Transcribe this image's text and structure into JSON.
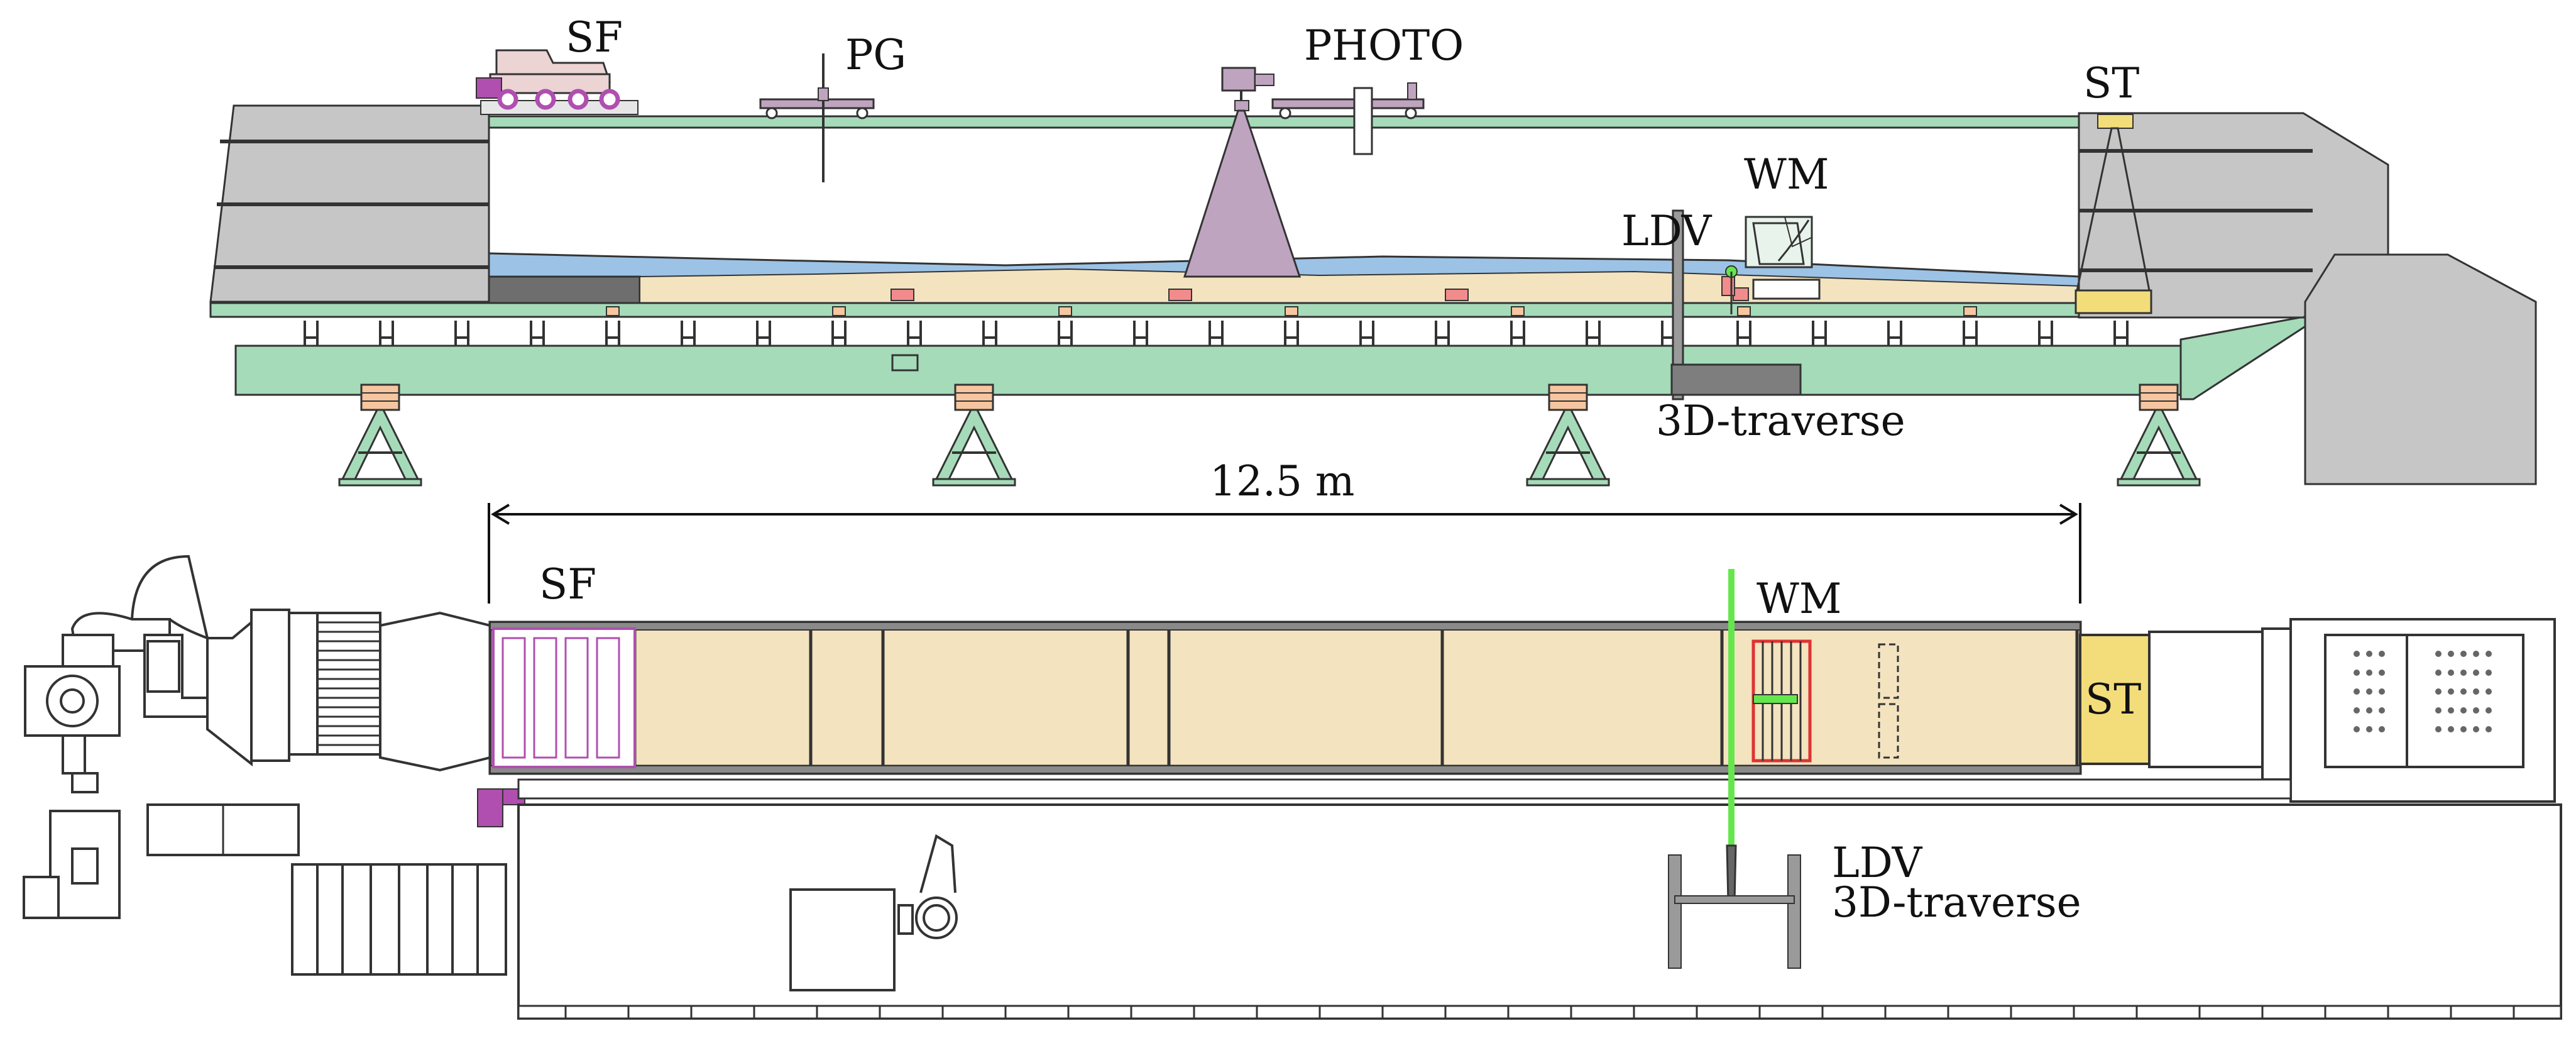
{
  "labels": {
    "sf_side": "SF",
    "pg": "PG",
    "photo": "PHOTO",
    "st_side": "ST",
    "wm_side": "WM",
    "ldv_side": "LDV",
    "traverse_side": "3D-traverse",
    "dimension": "12.5 m",
    "sf_top": "SF",
    "wm_top": "WM",
    "st_top": "ST",
    "ldv_top": "LDV",
    "traverse_top": "3D-traverse"
  },
  "colors": {
    "flume_green": "#a5dbb9",
    "water_blue": "#9cc3e6",
    "sand": "#f3e3bf",
    "gray_tank": "#c6c6c6",
    "dark_gray": "#6e6e6e",
    "carriage_purple": "#bfa4bf",
    "magenta": "#b04fb0",
    "pad_red": "#f28c8c",
    "pad_orange": "#f5c6a0",
    "laser_green": "#66e64d",
    "sediment_trap_yellow": "#f3dd7b",
    "outline": "#333333"
  }
}
